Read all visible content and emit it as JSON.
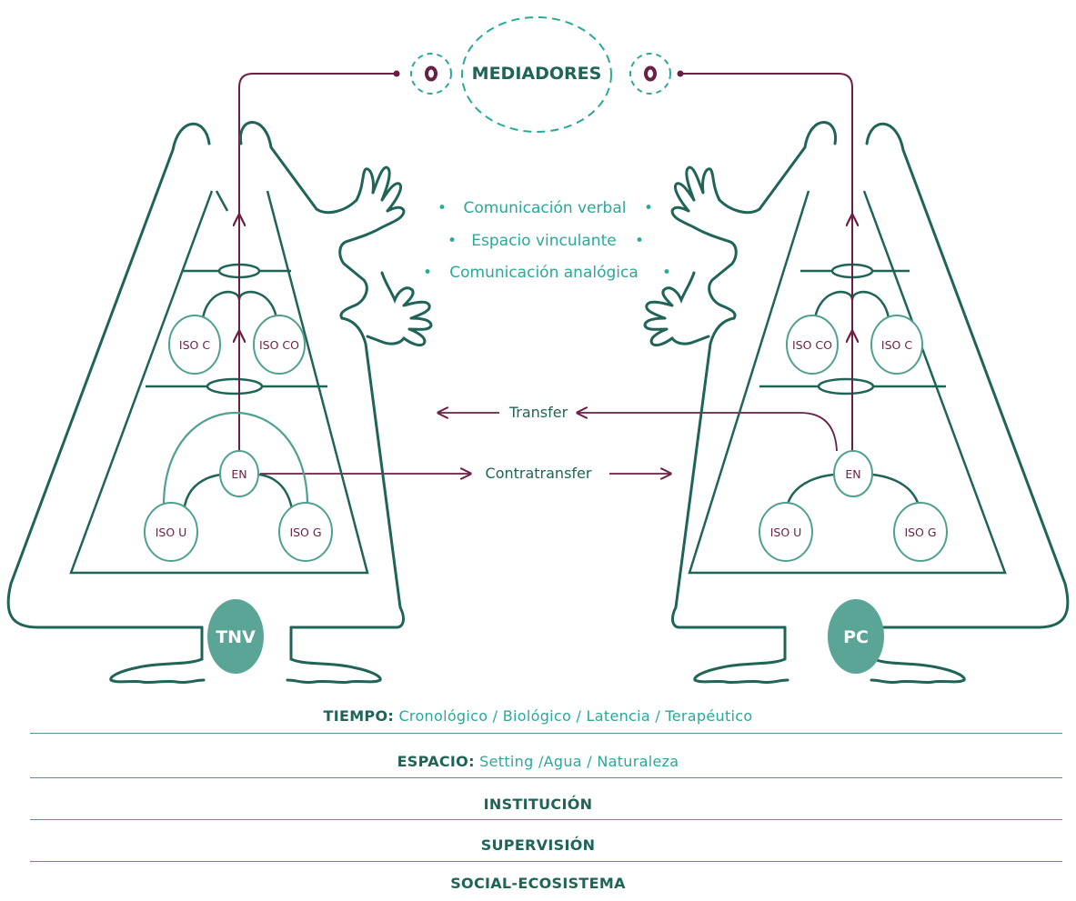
{
  "mediators": {
    "label": "MEDIADORES",
    "node_symbol": "o"
  },
  "center_items": [
    "Comunicación verbal",
    "Espacio vinculante",
    "Comunicación analógica"
  ],
  "bullet": "•",
  "relations": {
    "transfer": "Transfer",
    "contratransfer": "Contratransfer"
  },
  "left_figure": {
    "badge": "TNV",
    "iso_c": "ISO C",
    "iso_co": "ISO CO",
    "en": "EN",
    "iso_u": "ISO U",
    "iso_g": "ISO G"
  },
  "right_figure": {
    "badge": "PC",
    "iso_co": "ISO CO",
    "iso_c": "ISO C",
    "en": "EN",
    "iso_u": "ISO U",
    "iso_g": "ISO G"
  },
  "bands": {
    "tiempo": {
      "label": "TIEMPO:",
      "value": "Cronológico / Biológico / Latencia / Terapéutico"
    },
    "espacio": {
      "label": "ESPACIO:",
      "value": "Setting /Agua / Naturaleza"
    },
    "institucion": "INSTITUCIÓN",
    "supervision": "SUPERVISIÓN",
    "social": "SOCIAL-ECOSISTEMA"
  },
  "colors": {
    "outline_dark_green": "#1f6457",
    "teal_text": "#2aa898",
    "maroon": "#6b1f45",
    "node_teal": "#4fa08f",
    "badge_fill": "#5aa596",
    "band_line": "#5d8fa0"
  }
}
